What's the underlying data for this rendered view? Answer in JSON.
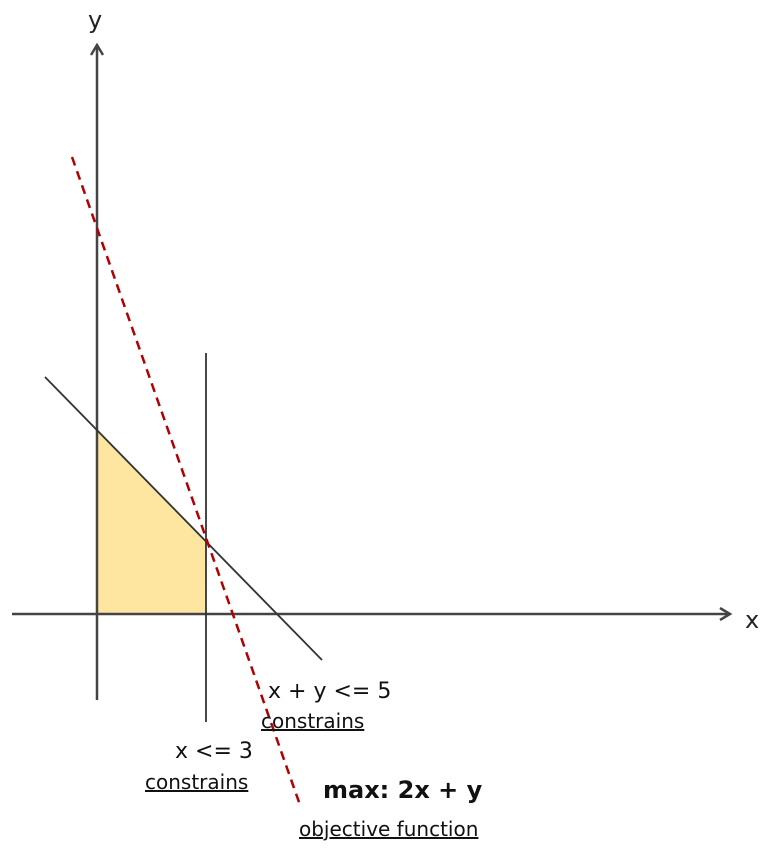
{
  "axes": {
    "x_label": "x",
    "y_label": "y"
  },
  "constraints": [
    {
      "equation": "x + y <= 5",
      "note": "constrains"
    },
    {
      "equation": "x <= 3",
      "note": "constrains"
    }
  ],
  "objective": {
    "equation": "max: 2x + y",
    "note": "objective function"
  },
  "colors": {
    "feasible_fill": "#FFE6A0",
    "objective_line": "#B00000",
    "axis": "#444444",
    "constraint_line": "#333333"
  }
}
